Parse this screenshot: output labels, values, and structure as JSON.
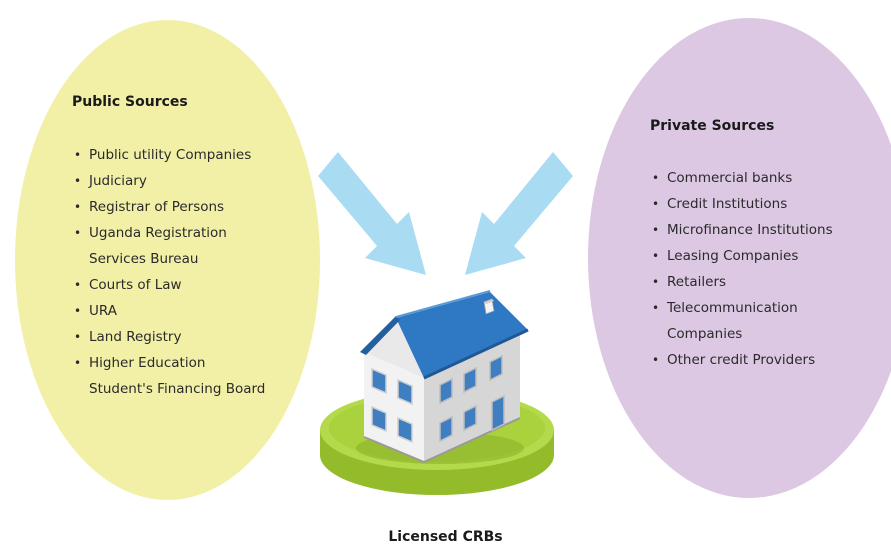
{
  "public": {
    "title": "Public Sources",
    "items": [
      "Public utility Companies",
      "Judiciary",
      "Registrar of Persons",
      "Uganda Registration Services Bureau",
      "Courts of Law",
      "URA",
      "Land Registry",
      "Higher Education Student's Financing Board"
    ]
  },
  "private": {
    "title": "Private Sources",
    "items": [
      "Commercial banks",
      "Credit Institutions",
      "Microfinance Institutions",
      "Leasing Companies",
      "Retailers",
      "Telecommunication Companies",
      "Other credit Providers"
    ]
  },
  "center": {
    "label": "Licensed CRBs"
  },
  "colors": {
    "public_ellipse": "#f2f0a6",
    "private_ellipse": "#dcc8e3",
    "arrow": "#a9dcf2",
    "roof": "#2f78c4",
    "platform": "#a6cf3a"
  },
  "icons": {
    "building": "building-icon",
    "platform": "platform-icon",
    "arrow": "arrow-icon"
  }
}
